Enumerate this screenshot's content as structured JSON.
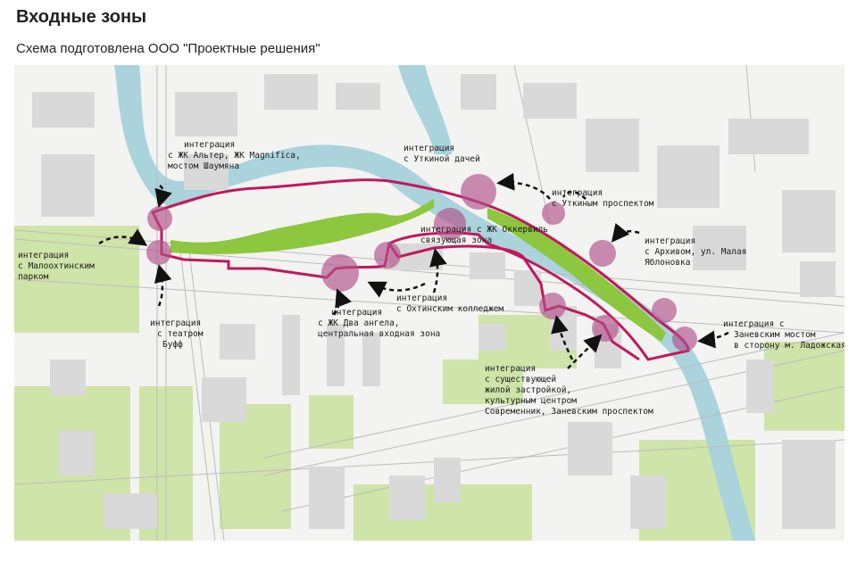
{
  "header": {
    "title": "Входные зоны",
    "subtitle": "Схема подготовлена ООО \"Проектные решения\""
  },
  "colors": {
    "river": "#aad3dc",
    "park": "#cfe4a8",
    "green_strip": "#8dc63f",
    "boundary": "#c2185b",
    "entry_zone": "#b0508a",
    "building": "#d9d9d9",
    "arrow": "#111111"
  },
  "annotations": [
    {
      "id": "alter",
      "lines": [
        "интеграция",
        "с ЖК Альтер, ЖК Magnifica,",
        "мостом Шаумяна"
      ]
    },
    {
      "id": "utkina",
      "lines": [
        "интеграция",
        "с Уткиной дачей"
      ]
    },
    {
      "id": "utkin-prospekt",
      "lines": [
        "интеграция",
        "с Уткиным проспектом"
      ]
    },
    {
      "id": "arkhiv",
      "lines": [
        "интеграция",
        "с Архивом, ул. Малая",
        "Яблоновка"
      ]
    },
    {
      "id": "okkervil",
      "lines": [
        "интеграция с ЖК Оккервиль",
        "связующая зона"
      ]
    },
    {
      "id": "malookhtinsky",
      "lines": [
        "интеграция",
        "с Малоохтинским",
        "парком"
      ]
    },
    {
      "id": "okhtinsky-college",
      "lines": [
        "интеграция",
        "с Охтинским колледжем"
      ]
    },
    {
      "id": "dva-angela",
      "lines": [
        "интеграция",
        "с ЖК Два ангела,",
        "центральная входная зона"
      ]
    },
    {
      "id": "buff",
      "lines": [
        "интеграция",
        "с театром",
        "Буфф"
      ]
    },
    {
      "id": "zanevsky-most",
      "lines": [
        "интеграция с",
        "Заневским мостом",
        "в сторону м. Ладожская"
      ]
    },
    {
      "id": "sovremennik",
      "lines": [
        "интеграция",
        "с существующей",
        "жилой застройкой,",
        "культурным центром",
        "Современник, Заневским проспектом"
      ]
    }
  ]
}
